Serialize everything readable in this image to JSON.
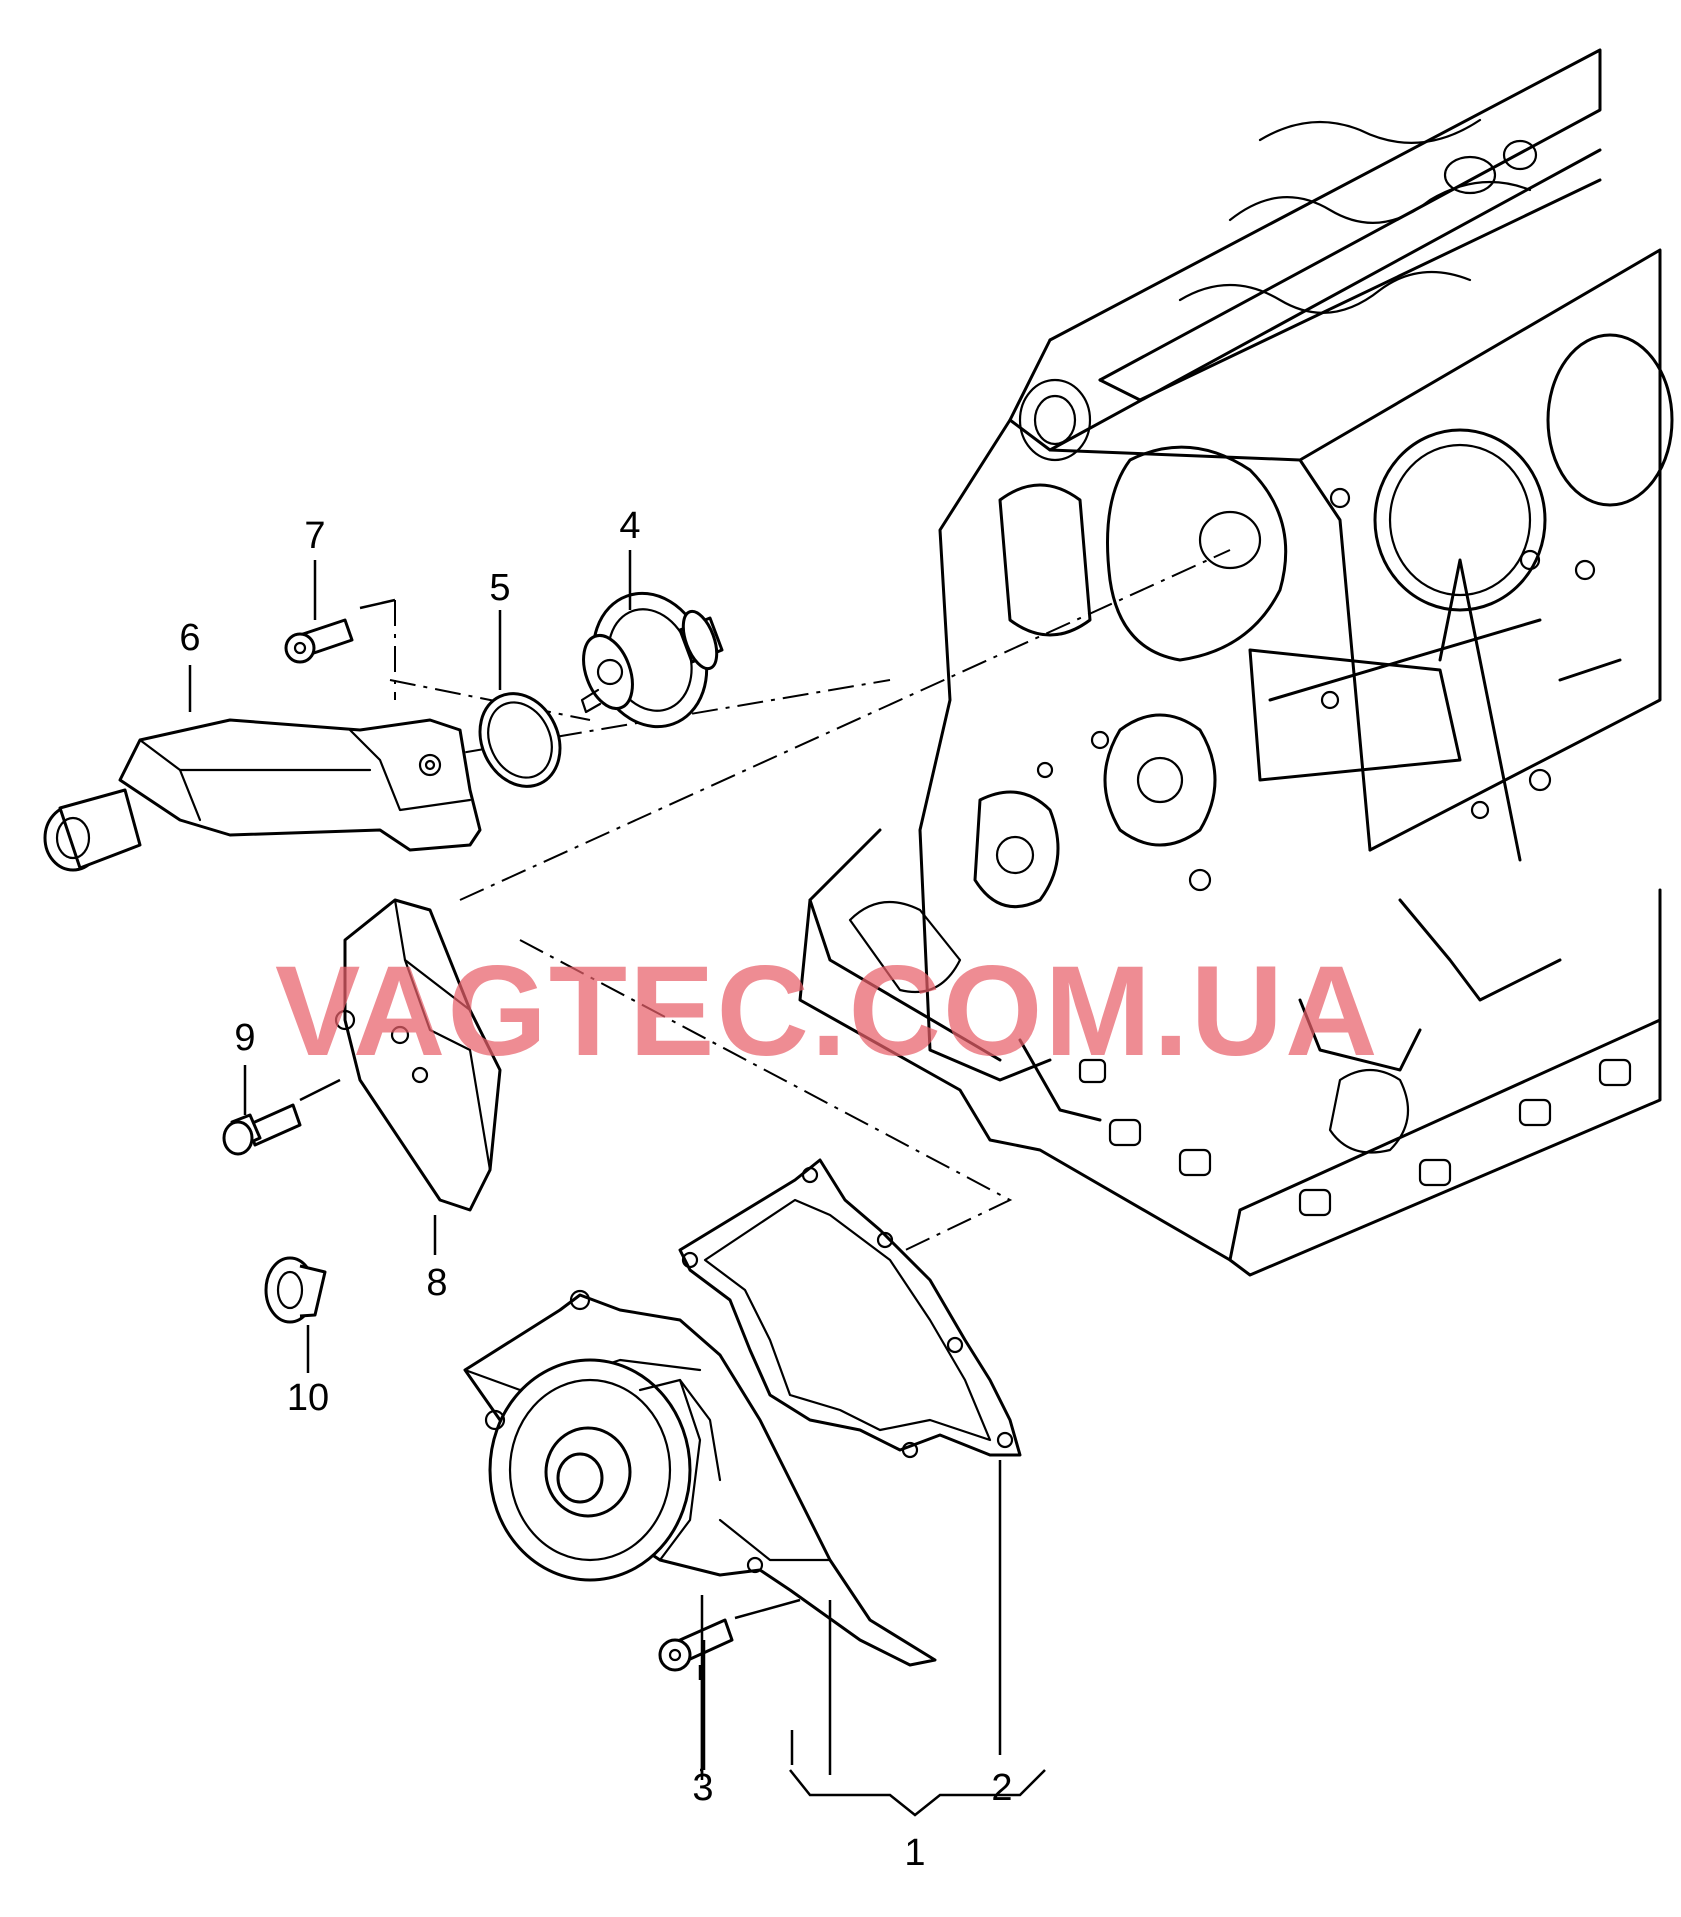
{
  "watermark": "VAGTEC.COM.UA",
  "callouts": {
    "c1": "1",
    "c2": "2",
    "c3": "3",
    "c4": "4",
    "c5": "5",
    "c6": "6",
    "c7": "7",
    "c8": "8",
    "c9": "9",
    "c10": "10"
  },
  "parts": [
    {
      "id": "1",
      "name": "water-pump-assembly"
    },
    {
      "id": "2",
      "name": "gasket"
    },
    {
      "id": "3",
      "name": "bolt"
    },
    {
      "id": "4",
      "name": "thermostat"
    },
    {
      "id": "5",
      "name": "o-ring"
    },
    {
      "id": "6",
      "name": "coolant-connector"
    },
    {
      "id": "7",
      "name": "bolt"
    },
    {
      "id": "8",
      "name": "cover"
    },
    {
      "id": "9",
      "name": "bolt"
    },
    {
      "id": "10",
      "name": "cap"
    }
  ]
}
